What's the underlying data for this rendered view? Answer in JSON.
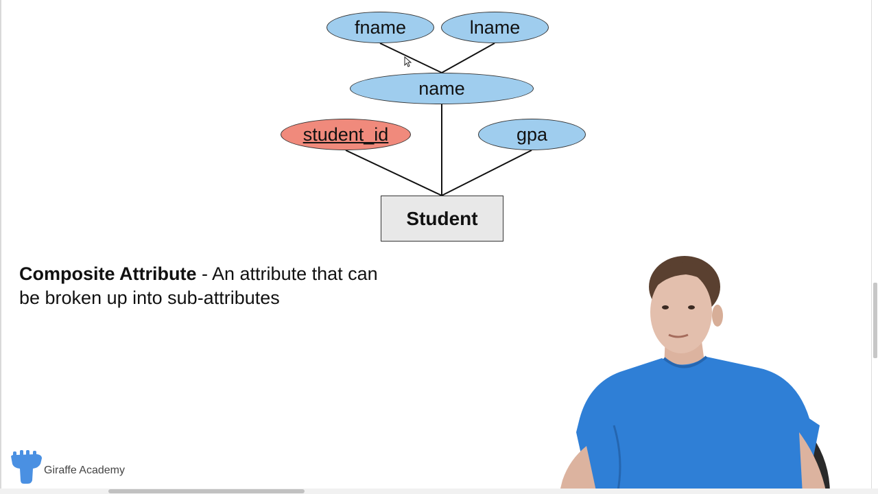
{
  "diagram": {
    "attributes": {
      "fname": "fname",
      "lname": "lname",
      "name": "name",
      "student_id": "student_id",
      "gpa": "gpa"
    },
    "entity": "Student",
    "colors": {
      "attribute": "#9fcdee",
      "key_attribute": "#f08a7c",
      "entity": "#e8e8e8"
    }
  },
  "definition": {
    "term": "Composite Attribute",
    "separator": " - ",
    "text": "An attribute that can be broken up into sub-attributes"
  },
  "branding": {
    "logo_icon": "giraffe-icon",
    "label": "Giraffe Academy",
    "color": "#4a90e2"
  },
  "presenter": {
    "shirt_color": "#2f7fd6"
  }
}
